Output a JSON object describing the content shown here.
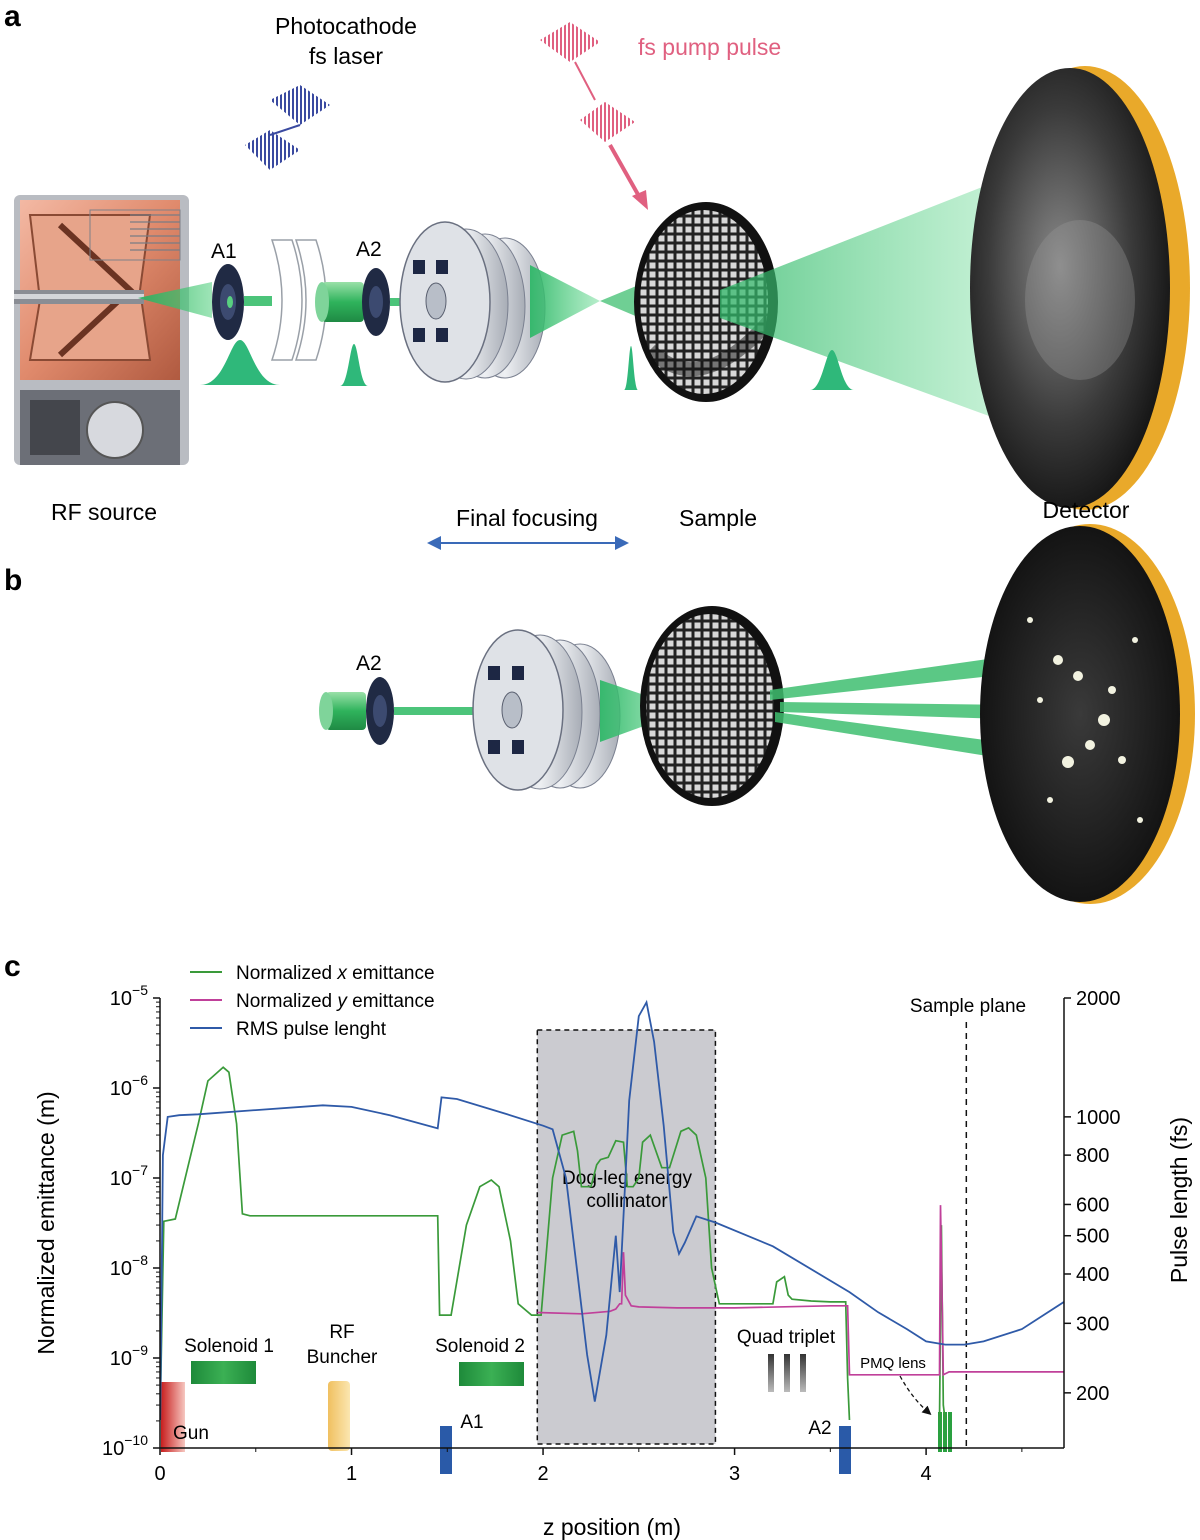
{
  "panels": {
    "a": {
      "letter": "a",
      "photocathode_label_1": "Photocathode",
      "photocathode_label_2": "fs laser",
      "pump_label": "fs pump pulse",
      "a1": "A1",
      "a2": "A2",
      "rf_source": "RF source",
      "final_focusing": "Final focusing",
      "sample": "Sample",
      "detector": "Detector"
    },
    "b": {
      "letter": "b",
      "a2": "A2"
    },
    "c": {
      "letter": "c"
    }
  },
  "colors": {
    "beam_green": "#3dbb6a",
    "x_emittance": "#3a9a3a",
    "y_emittance": "#c0409a",
    "pulse_length": "#2f5aa8",
    "pump_pink": "#e06080",
    "laser_blue": "#3a4aa0",
    "detector_gold": "#e9a92a"
  },
  "chart_data": {
    "type": "line",
    "xlabel": "z position (m)",
    "ylabel_left": "Normalized emittance (m)",
    "ylabel_right": "Pulse length (fs)",
    "x_ticks": [
      "0",
      "1",
      "2",
      "3",
      "4"
    ],
    "xlim": [
      0,
      4.72
    ],
    "left_scale": "log",
    "ylim_left": [
      1e-10,
      1e-05
    ],
    "left_tick_labels": [
      {
        "base": "10",
        "exp": "−10"
      },
      {
        "base": "10",
        "exp": "−9"
      },
      {
        "base": "10",
        "exp": "−8"
      },
      {
        "base": "10",
        "exp": "−7"
      },
      {
        "base": "10",
        "exp": "−6"
      },
      {
        "base": "10",
        "exp": "−5"
      }
    ],
    "right_scale": "log",
    "ylim_right": [
      145,
      2000
    ],
    "right_ticks": [
      "2000",
      "1000",
      "800",
      "600",
      "500",
      "400",
      "300",
      "200"
    ],
    "legend": [
      {
        "prefix": "Normalized ",
        "var": "x",
        "suffix": " emittance"
      },
      {
        "prefix": "Normalized ",
        "var": "y",
        "suffix": " emittance"
      },
      {
        "prefix": "RMS pulse lenght",
        "var": "",
        "suffix": ""
      }
    ],
    "annotations": {
      "dogleg_1": "Dog-leg energy",
      "dogleg_2": "collimator",
      "sample_plane": "Sample plane",
      "solenoid1": "Solenoid 1",
      "rf_buncher_1": "RF",
      "rf_buncher_2": "Buncher",
      "solenoid2": "Solenoid 2",
      "quad_triplet": "Quad triplet",
      "pmq_lens": "PMQ lens",
      "gun": "Gun",
      "a1": "A1",
      "a2": "A2"
    },
    "dogleg_region": [
      1.97,
      2.9
    ],
    "sample_plane_z": 4.21,
    "series": [
      {
        "key": "x_emittance",
        "axis": "left",
        "x": [
          0.0,
          0.02,
          0.08,
          0.2,
          0.25,
          0.33,
          0.36,
          0.4,
          0.43,
          0.47,
          1.45,
          1.46,
          1.52,
          1.6,
          1.67,
          1.73,
          1.77,
          1.83,
          1.87,
          1.94,
          1.97,
          1.99,
          2.05,
          2.1,
          2.16,
          2.18,
          2.2,
          2.25,
          2.28,
          2.3,
          2.34,
          2.38,
          2.42,
          2.44,
          2.47,
          2.5,
          2.52,
          2.56,
          2.62,
          2.66,
          2.72,
          2.76,
          2.8,
          2.85,
          2.88,
          2.92,
          3.2,
          3.22,
          3.26,
          3.28,
          3.3,
          3.4,
          3.5,
          3.58,
          3.59,
          3.6,
          4.07,
          4.08,
          4.09,
          4.1,
          4.12,
          4.72
        ],
        "y": [
          1.9e-10,
          3.3e-08,
          3.5e-08,
          4e-07,
          1.2e-06,
          1.7e-06,
          1.5e-06,
          4e-07,
          4e-08,
          3.8e-08,
          3.8e-08,
          3e-09,
          3e-09,
          3e-08,
          8e-08,
          9.5e-08,
          8e-08,
          2e-08,
          4e-09,
          3e-09,
          3e-09,
          3e-09,
          1e-07,
          3e-07,
          3.3e-07,
          2e-07,
          8e-08,
          8e-08,
          1.4e-07,
          1.6e-07,
          1.7e-07,
          2.6e-07,
          2.5e-07,
          8e-08,
          8e-08,
          1e-07,
          2.5e-07,
          3e-07,
          1.3e-07,
          1.3e-07,
          3.3e-07,
          3.6e-07,
          3e-07,
          1e-07,
          1e-08,
          4e-09,
          4e-09,
          7e-09,
          8e-09,
          5e-09,
          4.5e-09,
          4.3e-09,
          4.2e-09,
          4.2e-09,
          6e-10,
          2e-10,
          2e-10,
          3e-08,
          3e-10,
          2e-10,
          2e-10,
          2e-10
        ]
      },
      {
        "key": "y_emittance",
        "axis": "left",
        "x": [
          1.97,
          2.2,
          2.35,
          2.38,
          2.4,
          2.41,
          2.42,
          2.43,
          2.46,
          2.5,
          2.7,
          3.0,
          3.5,
          3.59,
          3.6,
          4.07,
          4.075,
          4.085,
          4.09,
          4.12,
          4.72
        ],
        "y": [
          3.2e-09,
          3.1e-09,
          3.3e-09,
          3.5e-09,
          4e-09,
          4e-09,
          1.5e-08,
          5e-09,
          3.8e-09,
          3.7e-09,
          3.6e-09,
          3.6e-09,
          3.8e-09,
          3.8e-09,
          6.5e-10,
          6.5e-10,
          5e-08,
          3e-09,
          6.5e-10,
          7e-10,
          7e-10
        ]
      },
      {
        "key": "pulse_length",
        "axis": "right",
        "x": [
          0.0,
          0.015,
          0.04,
          0.1,
          0.2,
          0.5,
          0.85,
          1.0,
          1.2,
          1.45,
          1.47,
          1.55,
          1.8,
          2.0,
          2.05,
          2.12,
          2.18,
          2.23,
          2.27,
          2.33,
          2.38,
          2.4,
          2.43,
          2.45,
          2.5,
          2.54,
          2.58,
          2.63,
          2.68,
          2.71,
          2.74,
          2.8,
          2.9,
          3.2,
          3.6,
          3.75,
          3.9,
          4.0,
          4.1,
          4.2,
          4.3,
          4.5,
          4.72
        ],
        "y": [
          145,
          800,
          1000,
          1010,
          1015,
          1040,
          1070,
          1060,
          1010,
          935,
          1120,
          1110,
          1020,
          950,
          930,
          700,
          400,
          250,
          190,
          280,
          500,
          360,
          700,
          1100,
          1800,
          1950,
          1550,
          950,
          510,
          450,
          480,
          560,
          540,
          470,
          360,
          320,
          290,
          270,
          265,
          265,
          270,
          290,
          340
        ]
      }
    ]
  }
}
